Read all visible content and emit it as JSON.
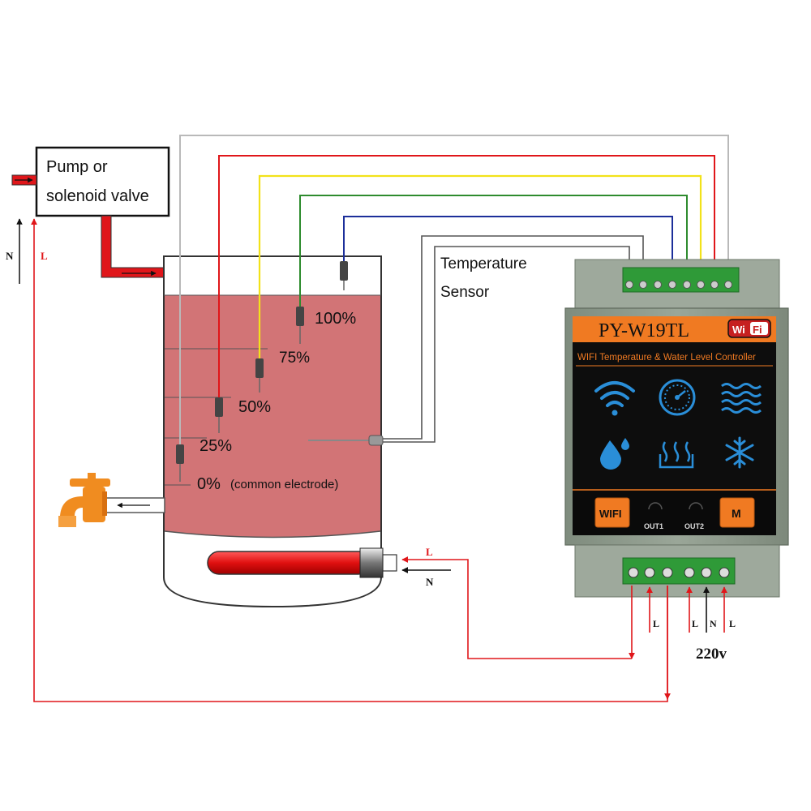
{
  "pump": {
    "line1": "Pump or",
    "line2": "solenoid valve"
  },
  "pump_supply": {
    "n_label": "N",
    "l_label": "L"
  },
  "tank": {
    "levels": {
      "p100": "100%",
      "p75": "75%",
      "p50": "50%",
      "p25": "25%",
      "p0": "0%",
      "p0_note": "(common electrode)"
    },
    "heater": {
      "l_label": "L",
      "n_label": "N"
    }
  },
  "sensor": {
    "line1": "Temperature",
    "line2": "Sensor"
  },
  "controller": {
    "model": "PY-W19TL",
    "wifi_badge": {
      "wi": "Wi",
      "fi": "Fi"
    },
    "subtitle": "WIFI Temperature & Water Level Controller",
    "icons": [
      "wifi-icon",
      "dial-icon",
      "waves-icon",
      "drop-icon",
      "heat-icon",
      "snowflake-icon"
    ],
    "wifi_button": "WIFI",
    "m_button": "M",
    "out1": "OUT1",
    "out2": "OUT2"
  },
  "power": {
    "terminal_labels": [
      "L",
      "L",
      "N",
      "L"
    ],
    "voltage": "220v"
  },
  "colors": {
    "red": "#e0161a",
    "yellow": "#f2e21a",
    "green": "#2e8b2e",
    "blue": "#1c2f9a",
    "gray": "#555555",
    "lightgray": "#b9b9b9",
    "water": "#d27476",
    "controller_body": "#8e9a8c",
    "panel_orange": "#f07a22",
    "icon_blue": "#2a8ed8"
  }
}
